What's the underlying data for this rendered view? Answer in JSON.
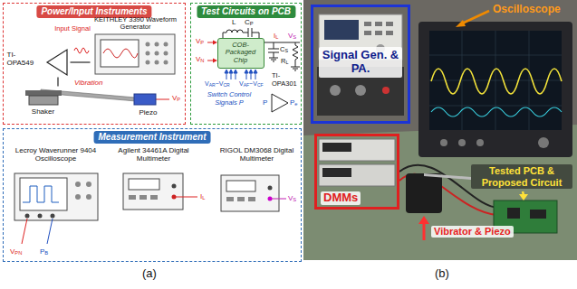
{
  "diagram": {
    "nodes": [
      {
        "text": [
          "Power/Input Instruments"
        ]
      },
      {
        "text": [
          "KEITHLEY 3390 Waveform Generator"
        ],
        "in": 0
      },
      {
        "text": [
          "TI- OPA549"
        ],
        "in": 0
      },
      {
        "text": [
          "Shaker"
        ],
        "in": 0
      },
      {
        "text": [
          "Piezo"
        ],
        "in": 0
      },
      {
        "text": [
          "Test Circuits on PCB"
        ]
      },
      {
        "text": [
          "COB-Packaged Chip"
        ],
        "in": 5
      },
      {
        "text": [
          "Measurement Instrument"
        ]
      },
      {
        "text": [
          "Lecroy Waverunner 9404 Oscilloscope"
        ],
        "in": 7
      },
      {
        "text": [
          "Agilent 34461A Digital Multimeter"
        ],
        "in": 7
      },
      {
        "text": [
          "RIGOL DM3068 Digital Multimeter"
        ],
        "in": 7
      },
      {
        "text": [
          "Signal Gen. & PA."
        ]
      },
      {
        "text": [
          "DMMs"
        ]
      }
    ],
    "edges": [
      {
        "from": 1,
        "to": 2,
        "arrow": "none"
      },
      {
        "from": 2,
        "to": 3,
        "arrow": "none"
      }
    ],
    "labels": [
      "Input Signal",
      "Vibration",
      "VP",
      "L",
      "CP",
      "VP",
      "VN",
      "VS",
      "IL",
      "RL",
      "CS",
      "TI- OPA301",
      "VAR~VCR",
      "VAF~VCF",
      "Switch Control Signals P",
      "P",
      "Pe",
      "VPN",
      "PB",
      "IL",
      "VS",
      "Oscilloscope",
      "Tested PCB & Proposed Circuit",
      "Vibrator & Piezo",
      "(a)",
      "(b)"
    ]
  }
}
